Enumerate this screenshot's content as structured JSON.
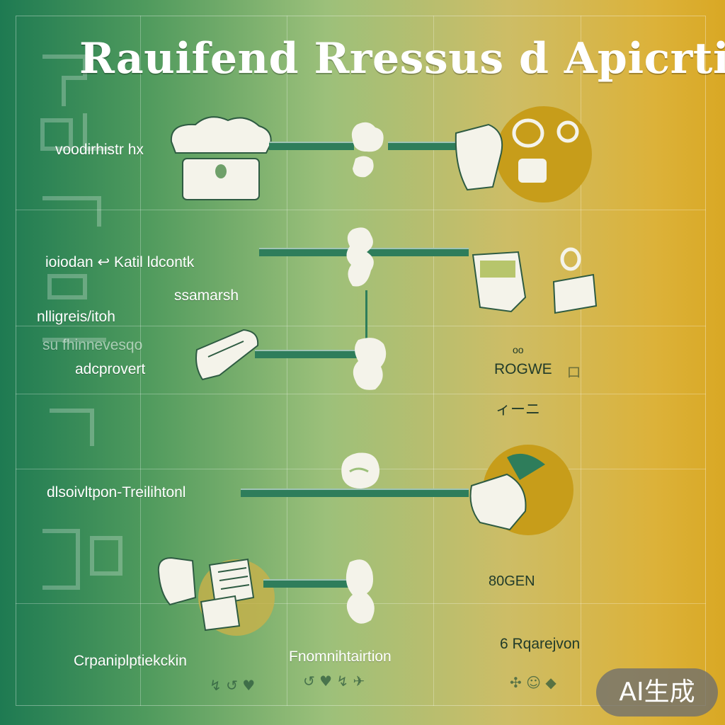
{
  "title": "Rauifend Rressus d Apicrtin",
  "rows": {
    "row1": {
      "label": "voodirhistr hx"
    },
    "row2": {
      "label": "ioiodan ↩ Katil ldcontk",
      "sublabel": "ssamarsh"
    },
    "row3": {
      "label_top": "nlligreis/itoh",
      "label_ghost": "su fhinnevesqo",
      "label": "adcprovert",
      "right_top": "oo",
      "right_label": "ROGWE",
      "right_ghost": "ロ",
      "right_sub": "ィーニ"
    },
    "row4": {
      "label": "dlsoivltpon-Treilihtonl"
    },
    "row5": {
      "right_label": "80GEN"
    }
  },
  "bottom": {
    "left_label": "Crpaniplptiekckin",
    "center_label": "Fnomnihtairtion",
    "right_label": "6 Rqarejvon"
  },
  "badge": {
    "text": "AI生成"
  },
  "colors": {
    "bar": "#2e7d5b",
    "gradient_left": "#1e7a52",
    "gradient_right": "#d9a824"
  }
}
